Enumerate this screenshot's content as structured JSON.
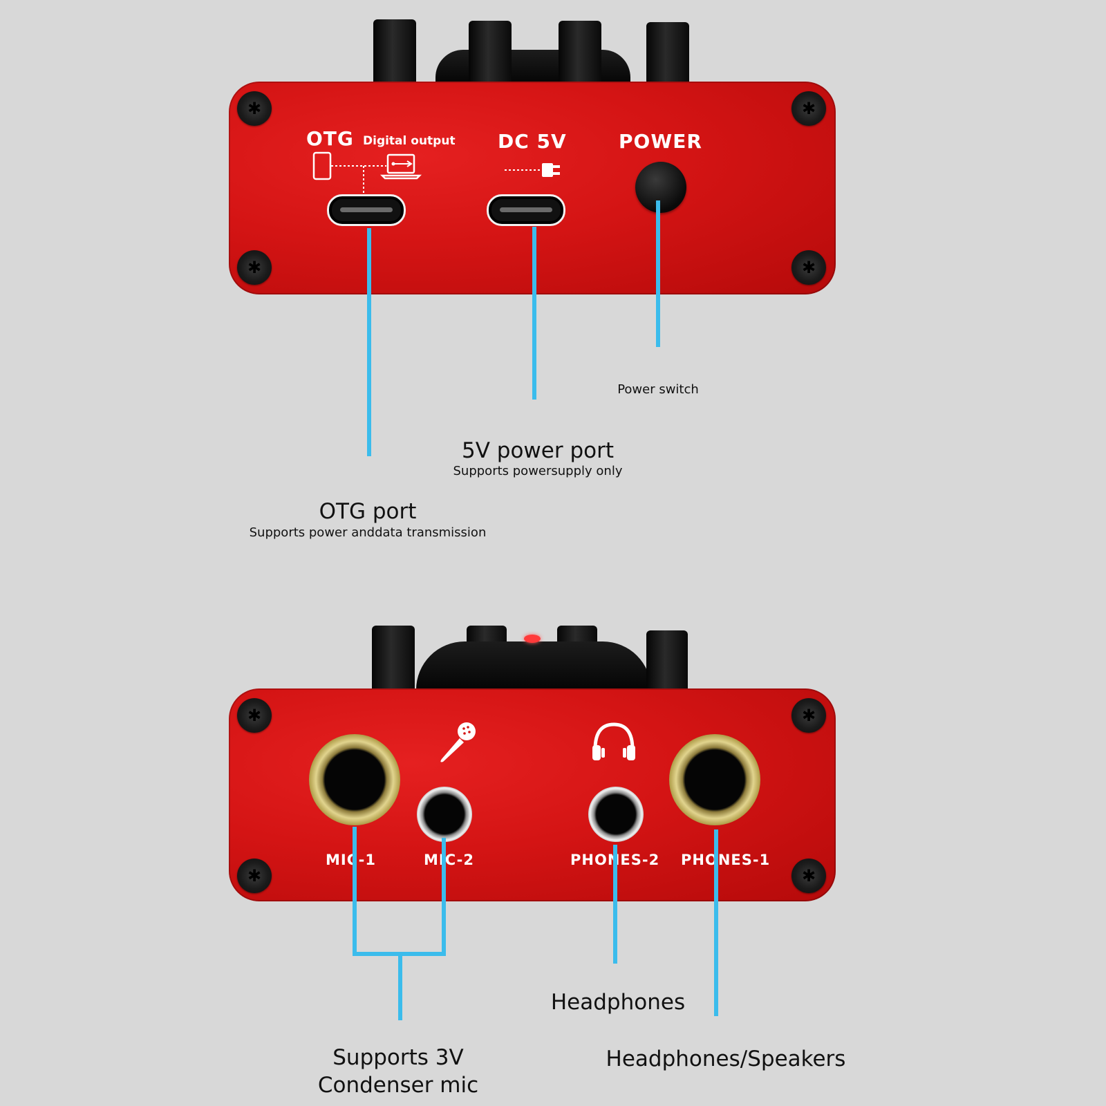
{
  "top_panel": {
    "otg_label": "OTG",
    "otg_sublabel": "Digital output",
    "dc_label": "DC 5V",
    "power_label": "POWER"
  },
  "bottom_panel": {
    "mic1_label": "MIC-1",
    "mic2_label": "MIC-2",
    "phones2_label": "PHONES-2",
    "phones1_label": "PHONES-1"
  },
  "callouts": {
    "power_switch": "Power switch",
    "power_port_title": "5V power port",
    "power_port_sub": "Supports powersupply only",
    "otg_port_title": "OTG port",
    "otg_port_sub": "Supports power anddata transmission",
    "headphones": "Headphones",
    "mic_support_line1": "Supports 3V",
    "mic_support_line2": "Condenser mic",
    "headphones_speakers": "Headphones/Speakers"
  },
  "colors": {
    "panel_red": "#d41414",
    "leader_blue": "#3bbcec",
    "background": "#d8d8d8"
  },
  "icons": [
    "phone-icon",
    "laptop-usb-icon",
    "plug-icon",
    "microphone-icon",
    "headphones-icon",
    "screw-icon"
  ]
}
